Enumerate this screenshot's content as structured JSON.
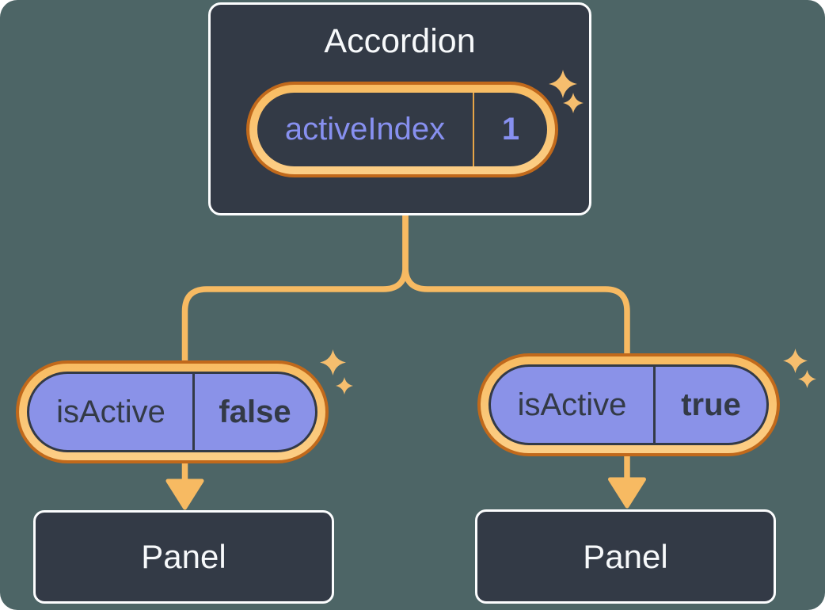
{
  "diagram": {
    "root": {
      "title": "Accordion",
      "state": {
        "name": "activeIndex",
        "value": "1"
      }
    },
    "children": [
      {
        "side": "left",
        "state": {
          "name": "isActive",
          "value": "false"
        },
        "panel": {
          "label": "Panel"
        }
      },
      {
        "side": "right",
        "state": {
          "name": "isActive",
          "value": "true"
        },
        "panel": {
          "label": "Panel"
        }
      }
    ]
  },
  "colors": {
    "background": "#4D6566",
    "box_fill": "#333A46",
    "box_border": "#FCFDFE",
    "pill_purple": "#8A92E8",
    "purple_text": "#8790F0",
    "dark_text": "#333A46",
    "ring_dark_orange": "#C1691B",
    "ring_light_orange": "#F9BD64",
    "connector": "#F7BA62",
    "sparkle": "#F6BE6E",
    "title_text": "#F7F9FB"
  }
}
